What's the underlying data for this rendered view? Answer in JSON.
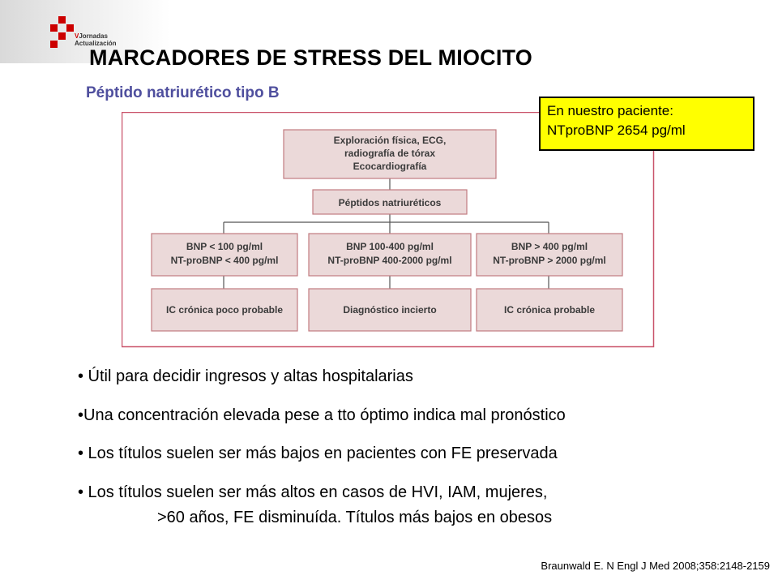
{
  "logo": {
    "line1_v": "V",
    "line1_rest": "Jornadas",
    "line2": "Actualización",
    "colors": {
      "red": "#cc0000",
      "gray": "#d9d9d9"
    }
  },
  "slide": {
    "title": "MARCADORES DE STRESS DEL MIOCITO",
    "subtitle": "Péptido natriurético tipo B",
    "subtitle_color": "#4f4f9e"
  },
  "callout": {
    "line1": "En nuestro paciente:",
    "line2": "NTproBNP 2654 pg/ml",
    "background": "#ffff00"
  },
  "flowchart": {
    "top_box": [
      "Exploración física, ECG,",
      "radiografía de tórax",
      "Ecocardiografía"
    ],
    "middle_box": "Péptidos natriuréticos",
    "columns": [
      {
        "criteria": [
          "BNP < 100 pg/ml",
          "NT-proBNP < 400 pg/ml"
        ],
        "result": "IC crónica poco probable"
      },
      {
        "criteria": [
          "BNP 100-400 pg/ml",
          "NT-proBNP 400-2000 pg/ml"
        ],
        "result": "Diagnóstico incierto"
      },
      {
        "criteria": [
          "BNP > 400 pg/ml",
          "NT-proBNP > 2000 pg/ml"
        ],
        "result": "IC crónica probable"
      }
    ],
    "colors": {
      "box_fill": "#ebd9d9",
      "box_stroke": "#c27b80",
      "frame": "#c9536a",
      "text": "#3a3a3a"
    }
  },
  "bullets": [
    "• Útil para decidir ingresos y altas hospitalarias",
    "•Una concentración elevada pese a tto óptimo indica mal pronóstico",
    "• Los títulos suelen ser más bajos en pacientes con FE preservada",
    "• Los títulos suelen ser más altos en casos de HVI, IAM, mujeres,"
  ],
  "bullet_continuation": ">60 años, FE disminuída. Títulos más bajos en obesos",
  "citation": "Braunwald E. N Engl J Med 2008;358:2148-2159"
}
